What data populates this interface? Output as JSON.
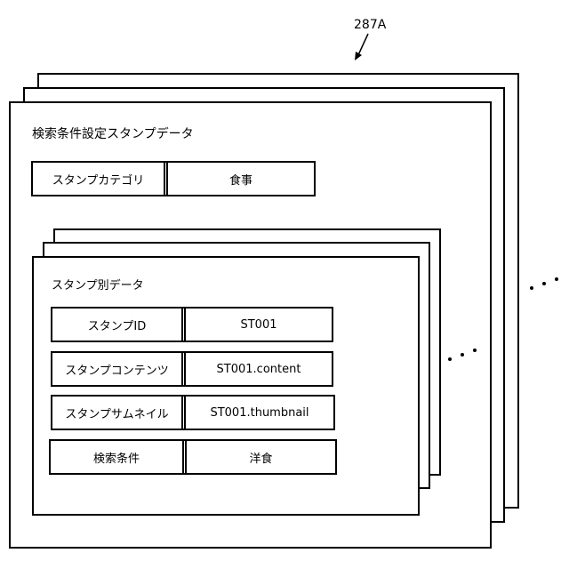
{
  "ref": {
    "label": "287A"
  },
  "outer": {
    "title": "検索条件設定スタンプデータ",
    "category": {
      "key": "スタンプカテゴリ",
      "value": "食事"
    }
  },
  "inner": {
    "title": "スタンプ別データ",
    "rows": [
      {
        "key": "スタンプID",
        "value": "ST001"
      },
      {
        "key": "スタンプコンテンツ",
        "value": "ST001.content"
      },
      {
        "key": "スタンプサムネイル",
        "value": "ST001.thumbnail"
      },
      {
        "key": "検索条件",
        "value": "洋食"
      }
    ]
  }
}
